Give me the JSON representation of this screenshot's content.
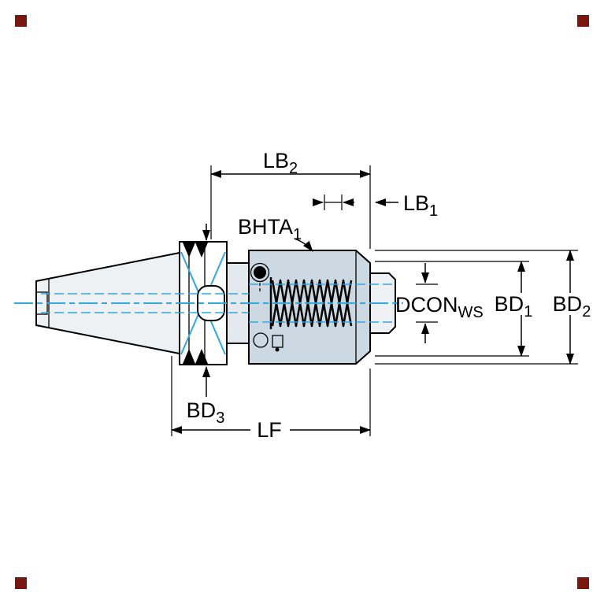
{
  "colors": {
    "outline": "#000000",
    "label": "#000000",
    "centerline": "#2fa8dc",
    "body-fill": "#ccd9e2",
    "neck-fill": "#e4e9ee",
    "taper-fill": "#eef1f3",
    "nose-fill": "#eef1f3",
    "corner-marker": "#7a170e"
  },
  "labels": {
    "lb2": {
      "text": "LB",
      "sub": "2"
    },
    "lb1": {
      "text": "LB",
      "sub": "1"
    },
    "bhta1": {
      "text": "BHTA",
      "sub": "1"
    },
    "dcon_ws": {
      "text": "DCON",
      "sub": "WS"
    },
    "bd1": {
      "text": "BD",
      "sub": "1"
    },
    "bd2": {
      "text": "BD",
      "sub": "2"
    },
    "bd3": {
      "text": "BD",
      "sub": "3"
    },
    "lf": {
      "text": "LF",
      "sub": ""
    }
  }
}
